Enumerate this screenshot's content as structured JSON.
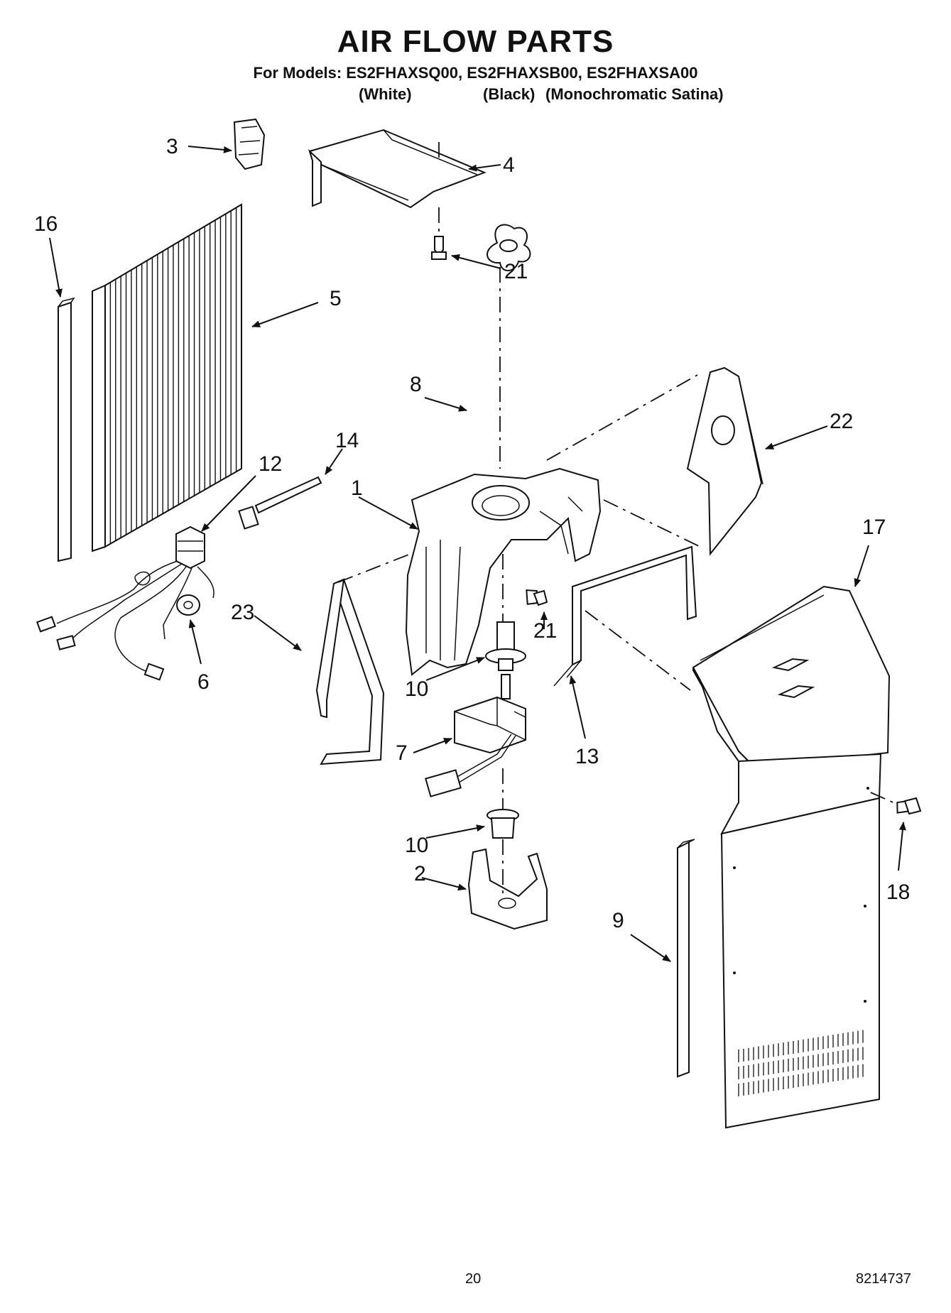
{
  "header": {
    "title": "AIR FLOW PARTS",
    "models_line": "For Models: ES2FHAXSQ00, ES2FHAXSB00, ES2FHAXSA00",
    "variant_1": "(White)",
    "variant_2": "(Black)",
    "variant_3": "(Monochromatic Satina)"
  },
  "labels": {
    "p1": "1",
    "p2": "2",
    "p3": "3",
    "p4": "4",
    "p5": "5",
    "p6": "6",
    "p7": "7",
    "p8": "8",
    "p9": "9",
    "p10a": "10",
    "p10b": "10",
    "p12": "12",
    "p13": "13",
    "p14": "14",
    "p16": "16",
    "p17": "17",
    "p18": "18",
    "p21a": "21",
    "p21b": "21",
    "p22": "22",
    "p23": "23"
  },
  "footer": {
    "page_number": "20",
    "doc_number": "8214737"
  }
}
